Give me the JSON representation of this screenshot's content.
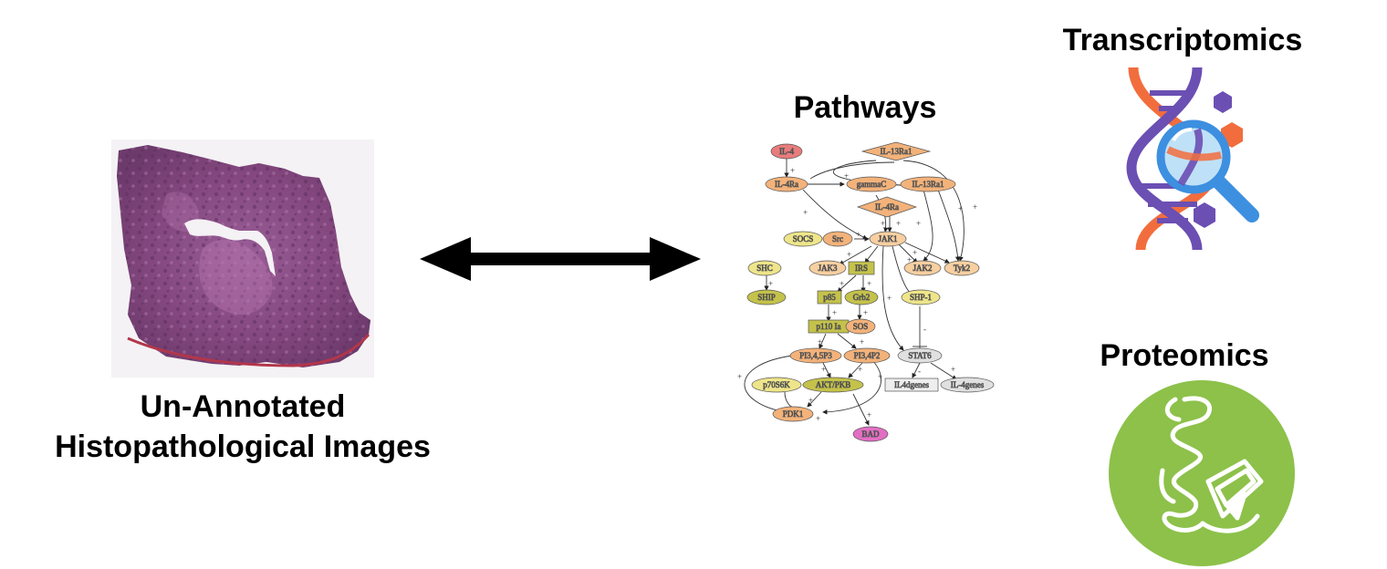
{
  "histology": {
    "caption_line1": "Un-Annotated",
    "caption_line2": "Histopathological Images"
  },
  "arrow": {
    "type": "bidirectional",
    "color": "#000000"
  },
  "pathways": {
    "title": "Pathways",
    "nodes": {
      "il4": "IL-4",
      "il13ra1_top": "IL-13Ra1",
      "il4ra": "IL-4Ra",
      "gammac": "gammaC",
      "il13ra1": "IL-13Ra1",
      "il4ra_diamond": "IL-4Ra",
      "socs": "SOCS",
      "src": "Src",
      "jak1": "JAK1",
      "shc": "SHC",
      "jak3": "JAK3",
      "irs": "IRS",
      "jak2": "JAK2",
      "tyk2": "Tyk2",
      "ship": "SHIP",
      "p85": "p85",
      "grb2": "Grb2",
      "ship1": "SHP-1",
      "p110": "p110 Ia",
      "sos": "SOS",
      "pi345p3": "PI3,4,5P3",
      "pi34p2": "PI3,4P2",
      "stat6": "STAT6",
      "p70s6k": "p70S6K",
      "akt": "AKT/PKB",
      "il4dgenes": "IL4dgenes",
      "il4genes": "IL-4genes",
      "pdk1": "PDK1",
      "bad": "BAD"
    },
    "edge_sign": "+",
    "inhibit_sign": "-"
  },
  "transcriptomics": {
    "title": "Transcriptomics",
    "icon": "dna-magnifier-icon"
  },
  "proteomics": {
    "title": "Proteomics",
    "icon": "protein-structure-icon"
  },
  "colors": {
    "tissue_purple": "#8a4f86",
    "node_orange": "#f3b27a",
    "node_peach": "#f7cfa0",
    "node_yellow": "#eee58a",
    "node_olive": "#c4c24a",
    "node_red": "#e87c7c",
    "node_grey": "#e0e0e0",
    "node_pink": "#e36fc4",
    "dna_orange": "#f26d3d",
    "dna_purple": "#6b4fb3",
    "magnifier_blue": "#3d8fe0",
    "proteomics_green": "#8dc14a"
  }
}
